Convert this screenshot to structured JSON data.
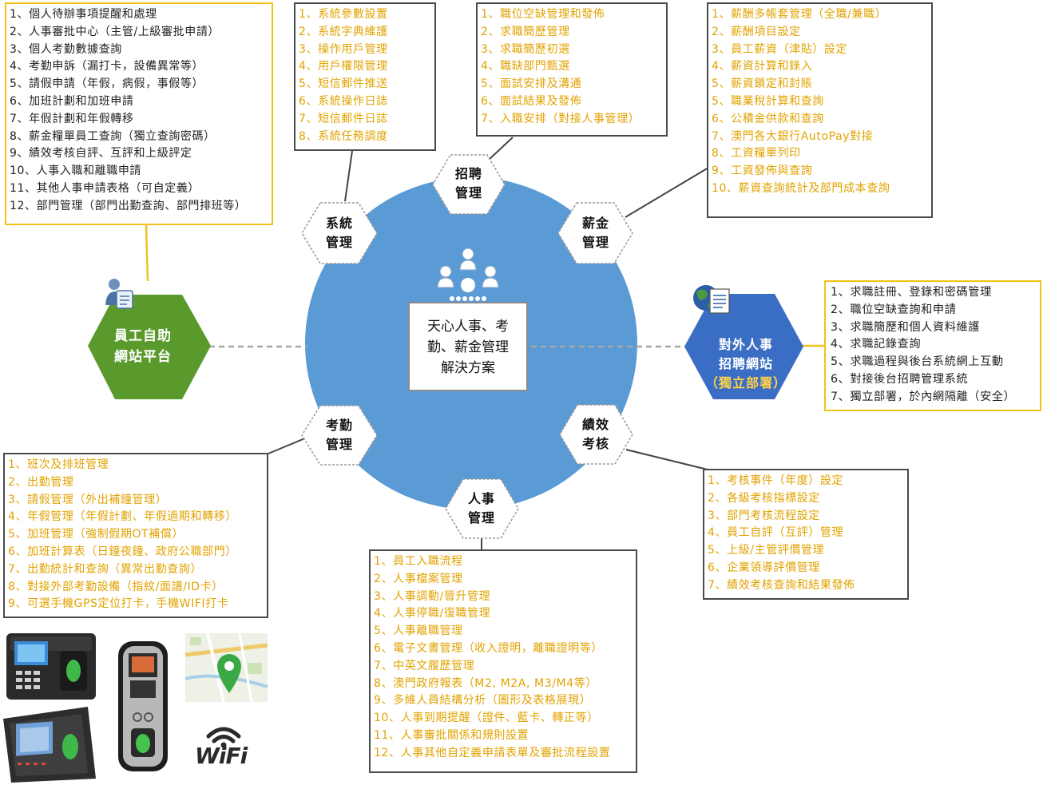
{
  "center": {
    "title": "天心人事、考\n勤、薪金管理\n解決方案"
  },
  "modules": {
    "recruit": "招聘\n管理",
    "salary": "薪金\n管理",
    "system": "系統\n管理",
    "attendance": "考勤\n管理",
    "performance": "績效\n考核",
    "hr": "人事\n管理"
  },
  "employee_portal": {
    "title": "員工自助\n網站平台",
    "items": [
      "1、個人待辦事項提醒和處理",
      "2、人事審批中心（主管/上級審批申請）",
      "3、個人考勤數據查詢",
      "4、考勤申訴（漏打卡，設備異常等）",
      "5、請假申請（年假，病假，事假等）",
      "6、加班計劃和加班申請",
      "7、年假計劃和年假轉移",
      "8、薪金糧單員工查詢（獨立查詢密碼）",
      "9、績效考核自評、互評和上級評定",
      "10、人事入職和離職申請",
      "11、其他人事申請表格（可自定義）",
      "12、部門管理（部門出勤查詢、部門排班等）"
    ]
  },
  "system_box": {
    "items": [
      "1、系統參數設置",
      "2、系統字典維護",
      "3、操作用戶管理",
      "4、用戶權限管理",
      "5、短信郵件推送",
      "6、系統操作日誌",
      "7、短信郵件日誌",
      "8、系統任務調度"
    ]
  },
  "recruit_box": {
    "items": [
      "1、職位空缺管理和發佈",
      "2、求職簡歷管理",
      "3、求職簡歷初選",
      "4、職缺部門甄選",
      "5、面試安排及溝通",
      "6、面試結果及發佈",
      "7、入職安排（對接人事管理）"
    ]
  },
  "salary_box": {
    "items": [
      "1、薪酬多帳套管理（全職/兼職）",
      "2、薪酬項目設定",
      "3、員工薪資（津貼）設定",
      "4、薪資計算和錄入",
      "5、薪資鎖定和封賬",
      "5、職業稅計算和查詢",
      "6、公積金供款和查詢",
      "7、澳門各大銀行AutoPay對接",
      "8、工資糧單列印",
      "9、工資發佈與查詢",
      "10、薪資查詢統計及部門成本查詢"
    ]
  },
  "public_recruit": {
    "title": "對外人事\n招聘網站",
    "subtitle": "（獨立部署）",
    "items": [
      "1、求職註冊、登錄和密碼管理",
      "2、職位空缺查詢和申請",
      "3、求職簡歷和個人資料維護",
      "4、求職記錄查詢",
      "5、求職過程與後台系統網上互動",
      "6、對接後台招聘管理系統",
      "7、獨立部署，於內網隔離（安全）"
    ]
  },
  "attendance_box": {
    "items": [
      "1、班次及排班管理",
      "2、出勤管理",
      "3、請假管理（外出補鐘管理）",
      "4、年假管理（年假計劃、年假過期和轉移）",
      "5、加班管理（強制假期OT補償）",
      "6、加班計算表（日鐘夜鐘、政府公職部門）",
      "7、出勤統計和查詢（異常出勤查詢）",
      "8、對接外部考勤設備（指紋/面譜/ID卡）",
      "9、可選手機GPS定位打卡，手機WIFI打卡"
    ]
  },
  "performance_box": {
    "items": [
      "1、考核事件（年度）設定",
      "2、各級考核指標設定",
      "3、部門考核流程設定",
      "4、員工自評（互評）管理",
      "5、上級/主管評價管理",
      "6、企業領導評價管理",
      "7、績效考核查詢和結果發佈"
    ]
  },
  "hr_box": {
    "items": [
      "1、員工入職流程",
      "2、人事檔案管理",
      "3、人事調動/晉升管理",
      "4、人事停職/復職管理",
      "5、人事離職管理",
      "6、電子文書管理（收入證明，離職證明等）",
      "7、中英文履歷管理",
      "8、澳門政府報表（M2, M2A, M3/M4等）",
      "9、多維人員結構分析（圖形及表格展現）",
      "10、人事到期提醒（證件、藍卡、轉正等）",
      "11、人事審批關係和規則設置",
      "12、人事其他自定義申請表單及審批流程設置"
    ]
  },
  "devices": {
    "wifi_label": "WiFi"
  },
  "colors": {
    "circle": "#5b9bd5",
    "green": "#5a9a2c",
    "blue": "#3a6ec4",
    "gold": "#e2a300",
    "yellow_border": "#f2c21a"
  }
}
